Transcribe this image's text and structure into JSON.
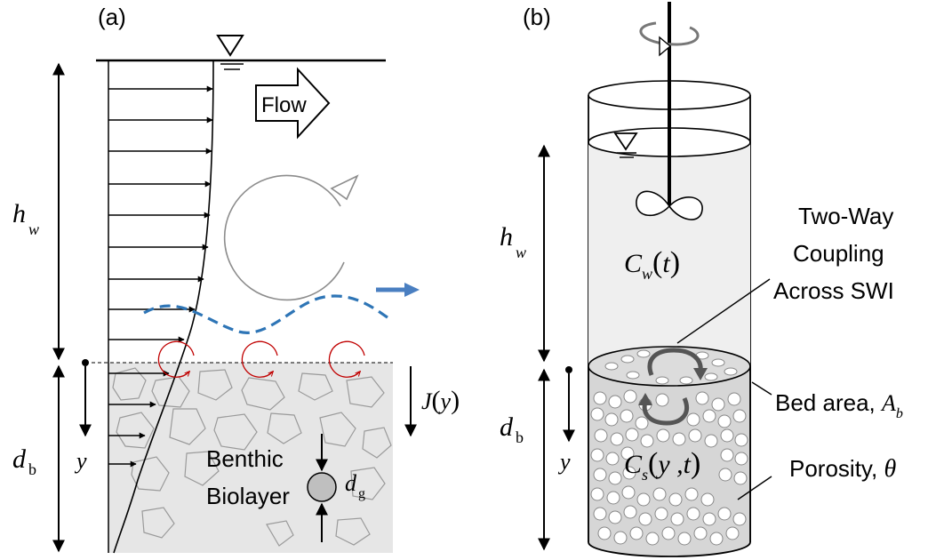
{
  "panel_a": {
    "label": "(a)",
    "flow_label": "Flow",
    "hw_main": "h",
    "hw_sub": "w",
    "db_main": "d",
    "db_sub": "b",
    "y_label": "y",
    "flux_label": "J",
    "flux_arg": "y",
    "biolayer_line1": "Benthic",
    "biolayer_line2": "Biolayer",
    "dg_main": "d",
    "dg_sub": "g"
  },
  "panel_b": {
    "label": "(b)",
    "hw_main": "h",
    "hw_sub": "w",
    "db_main": "d",
    "db_sub": "b",
    "y_label": "y",
    "cw_main": "C",
    "cw_sub": "w",
    "cw_arg": "t",
    "cs_main": "C",
    "cs_sub": "s",
    "cs_arg": "y ,t",
    "coupling_line1": "Two-Way",
    "coupling_line2": "Coupling",
    "coupling_line3": "Across SWI",
    "bed_area_text": "Bed area, ",
    "bed_area_main": "A",
    "bed_area_sub": "b",
    "porosity_text": "Porosity, ",
    "porosity_symbol": "θ"
  },
  "colors": {
    "sediment": "#e6e6e6",
    "wave": "#2e75b6",
    "eddy_small": "#c00000",
    "eddy_large": "#8c8c8c",
    "water": "#efefef",
    "bed_top": "#dcdcdc"
  }
}
